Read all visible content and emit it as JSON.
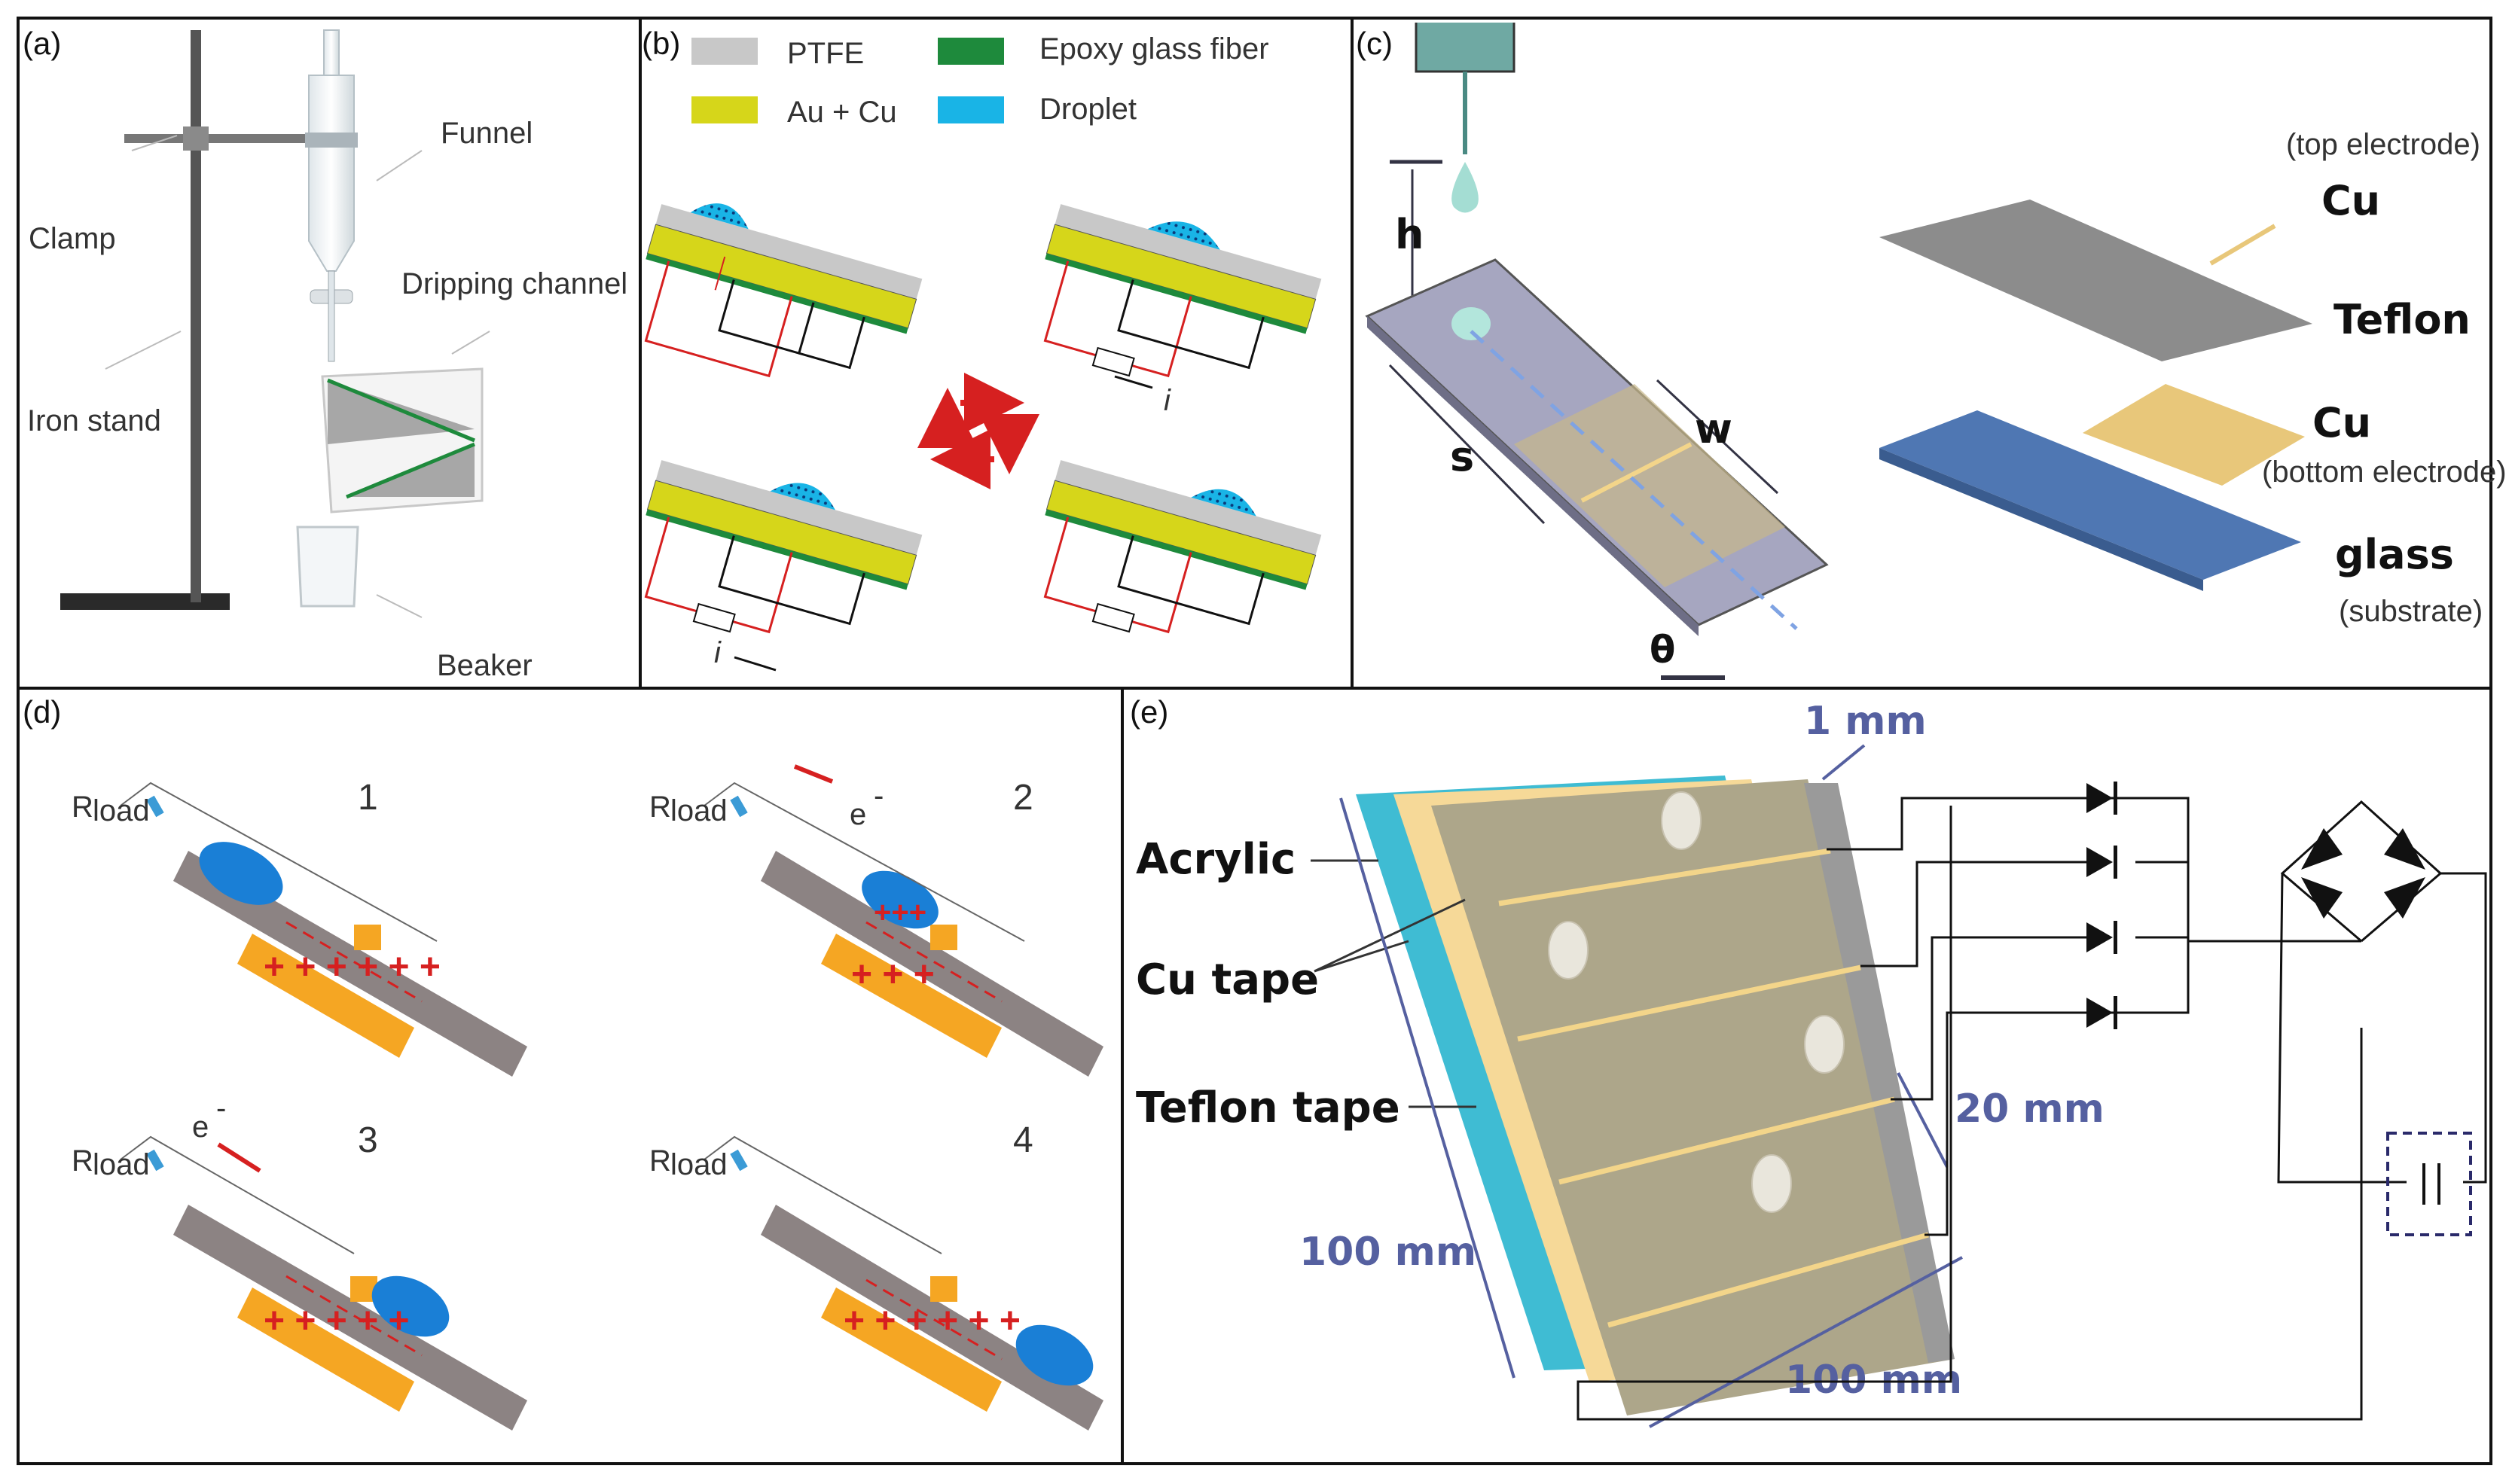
{
  "panels": {
    "a": {
      "label": "(a)",
      "funnel": "Funnel",
      "clamp": "Clamp",
      "dripping_channel": "Dripping channel",
      "iron_stand": "Iron stand",
      "beaker": "Beaker"
    },
    "b": {
      "label": "(b)",
      "legend": {
        "ptfe": "PTFE",
        "epoxy": "Epoxy glass fiber",
        "aucu": "Au + Cu",
        "droplet": "Droplet"
      },
      "current_top": "i",
      "current_bottom": "i"
    },
    "c": {
      "label": "(c)",
      "h": "h",
      "s": "s",
      "w": "w",
      "theta": "θ",
      "top_electrode_note": "(top electrode)",
      "cu_top": "Cu",
      "teflon": "Teflon",
      "cu_bottom": "Cu",
      "bottom_electrode_note": "(bottom electrode)",
      "glass": "glass",
      "substrate_note": "(substrate)"
    },
    "d": {
      "label": "(d)",
      "rload": "R",
      "rload_sub": "load",
      "step1": "1",
      "step2": "2",
      "step3": "3",
      "step4": "4",
      "electron": "e",
      "electron_sup": "-"
    },
    "e": {
      "label": "(e)",
      "acrylic": "Acrylic",
      "cu_tape": "Cu tape",
      "teflon_tape": "Teflon tape",
      "dim_1mm": "1 mm",
      "dim_20mm": "20 mm",
      "dim_100mm_left": "100 mm",
      "dim_100mm_bottom": "100 mm"
    }
  },
  "colors": {
    "ptfe": "#c8c8c8",
    "epoxy": "#1e8a3c",
    "aucu": "#d6d61a",
    "droplet": "#19b4e6",
    "orange": "#f5a623",
    "gray_plate": "#8c8383",
    "blue_drop": "#1a7fd6",
    "dim_blue": "#5560a0",
    "red": "#d62020"
  }
}
